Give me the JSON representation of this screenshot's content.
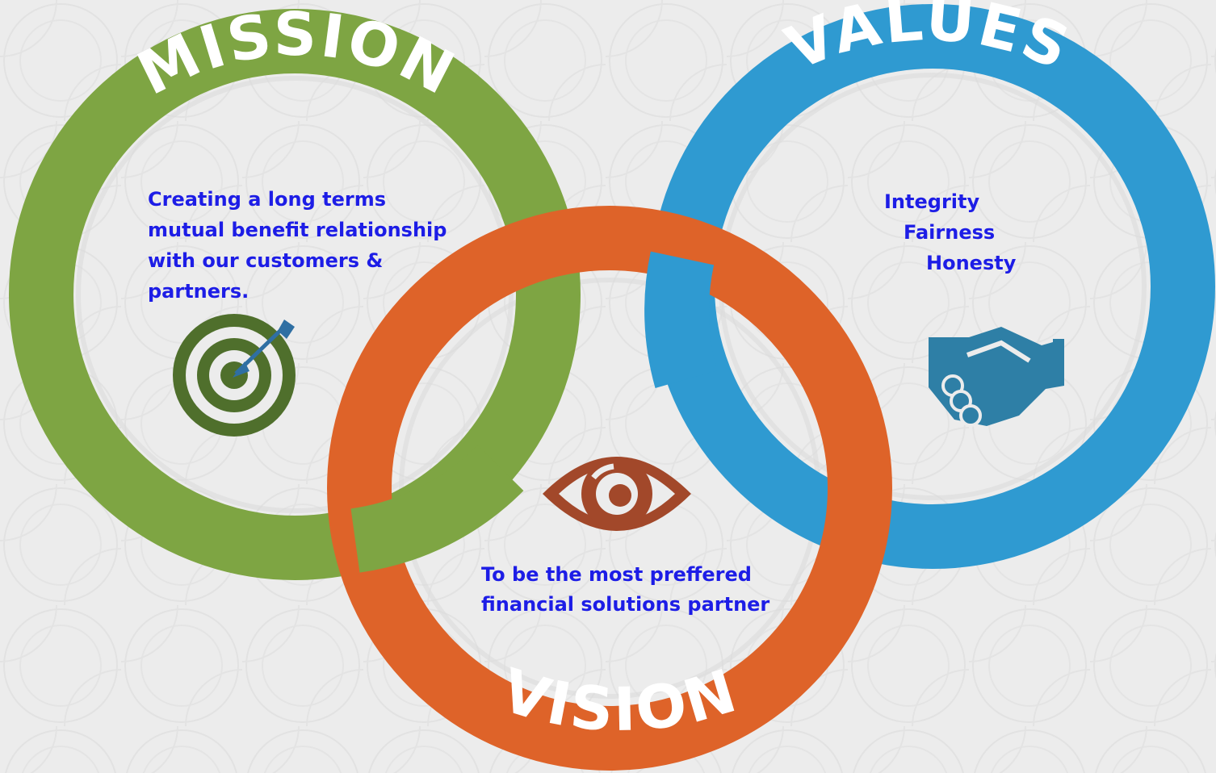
{
  "colors": {
    "background": "#ececec",
    "mission": "#7ea543",
    "vision": "#de6329",
    "values": "#2f9ad1",
    "text": "#1d1de6",
    "target_icon": "#4f6f2c",
    "eye_icon": "#a2482a",
    "handshake_icon": "#2e7fa6"
  },
  "mission": {
    "title": "MISSION",
    "lines": [
      "Creating a long terms",
      "mutual benefit relationship",
      "with our customers &",
      "partners."
    ],
    "icon": "target-icon"
  },
  "vision": {
    "title": "VISION",
    "lines": [
      "To be the most preffered",
      "financial solutions partner"
    ],
    "icon": "eye-icon"
  },
  "values": {
    "title": "VALUES",
    "lines": [
      "Integrity",
      "Fairness",
      "Honesty"
    ],
    "icon": "handshake-icon"
  }
}
